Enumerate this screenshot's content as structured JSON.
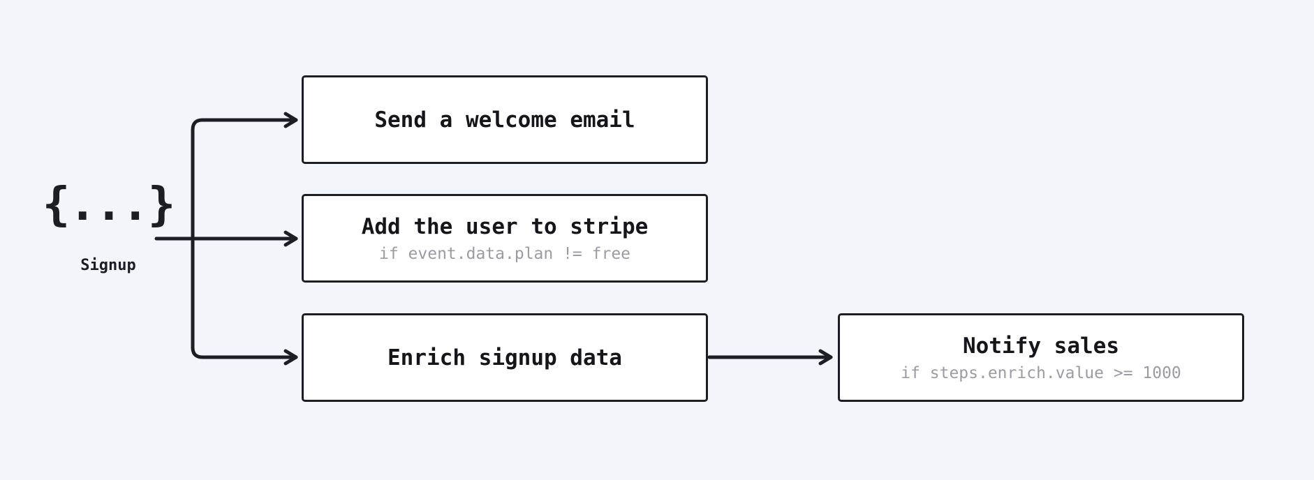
{
  "canvas": {
    "background_color": "#f4f4fb",
    "stroke_color": "#1d1d24"
  },
  "event": {
    "glyph": "{...}",
    "label": "Signup"
  },
  "nodes": [
    {
      "id": "welcome",
      "title": "Send a welcome email",
      "subtitle": ""
    },
    {
      "id": "stripe",
      "title": "Add the user to stripe",
      "subtitle": "if event.data.plan != free"
    },
    {
      "id": "enrich",
      "title": "Enrich signup data",
      "subtitle": ""
    },
    {
      "id": "notify",
      "title": "Notify sales",
      "subtitle": "if steps.enrich.value >= 1000"
    }
  ]
}
